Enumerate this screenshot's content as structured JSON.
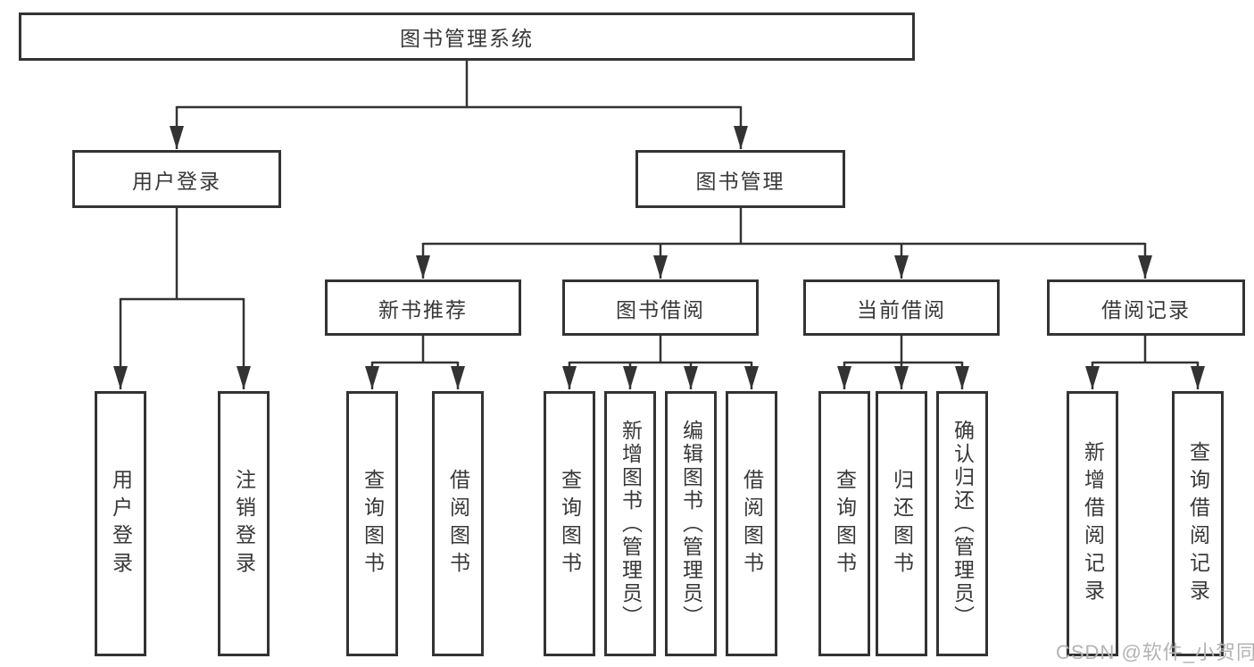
{
  "colors": {
    "background": "#ffffff",
    "box_border": "#333333",
    "connector_line": "#333333",
    "node_text": "#383838",
    "watermark_text": "#b3b3b3"
  },
  "nodes": {
    "root": {
      "label": "图书管理系统"
    },
    "user_login": {
      "label": "用户登录"
    },
    "book_management": {
      "label": "图书管理"
    },
    "new_book_recommend": {
      "label": "新书推荐"
    },
    "book_borrowing": {
      "label": "图书借阅"
    },
    "current_borrowing": {
      "label": "当前借阅"
    },
    "borrowing_records": {
      "label": "借阅记录"
    }
  },
  "leaves": {
    "user_login": [
      "用户登录",
      "注销登录"
    ],
    "new_book_recommend": [
      "查询图书",
      "借阅图书"
    ],
    "book_borrowing": [
      "查询图书",
      "新增图书（管理员）",
      "编辑图书（管理员）",
      "借阅图书"
    ],
    "current_borrowing": [
      "查询图书",
      "归还图书",
      "确认归还（管理员）"
    ],
    "borrowing_records": [
      "新增借阅记录",
      "查询借阅记录"
    ]
  },
  "watermark": {
    "text": "CSDN @软件_小贺同学"
  }
}
